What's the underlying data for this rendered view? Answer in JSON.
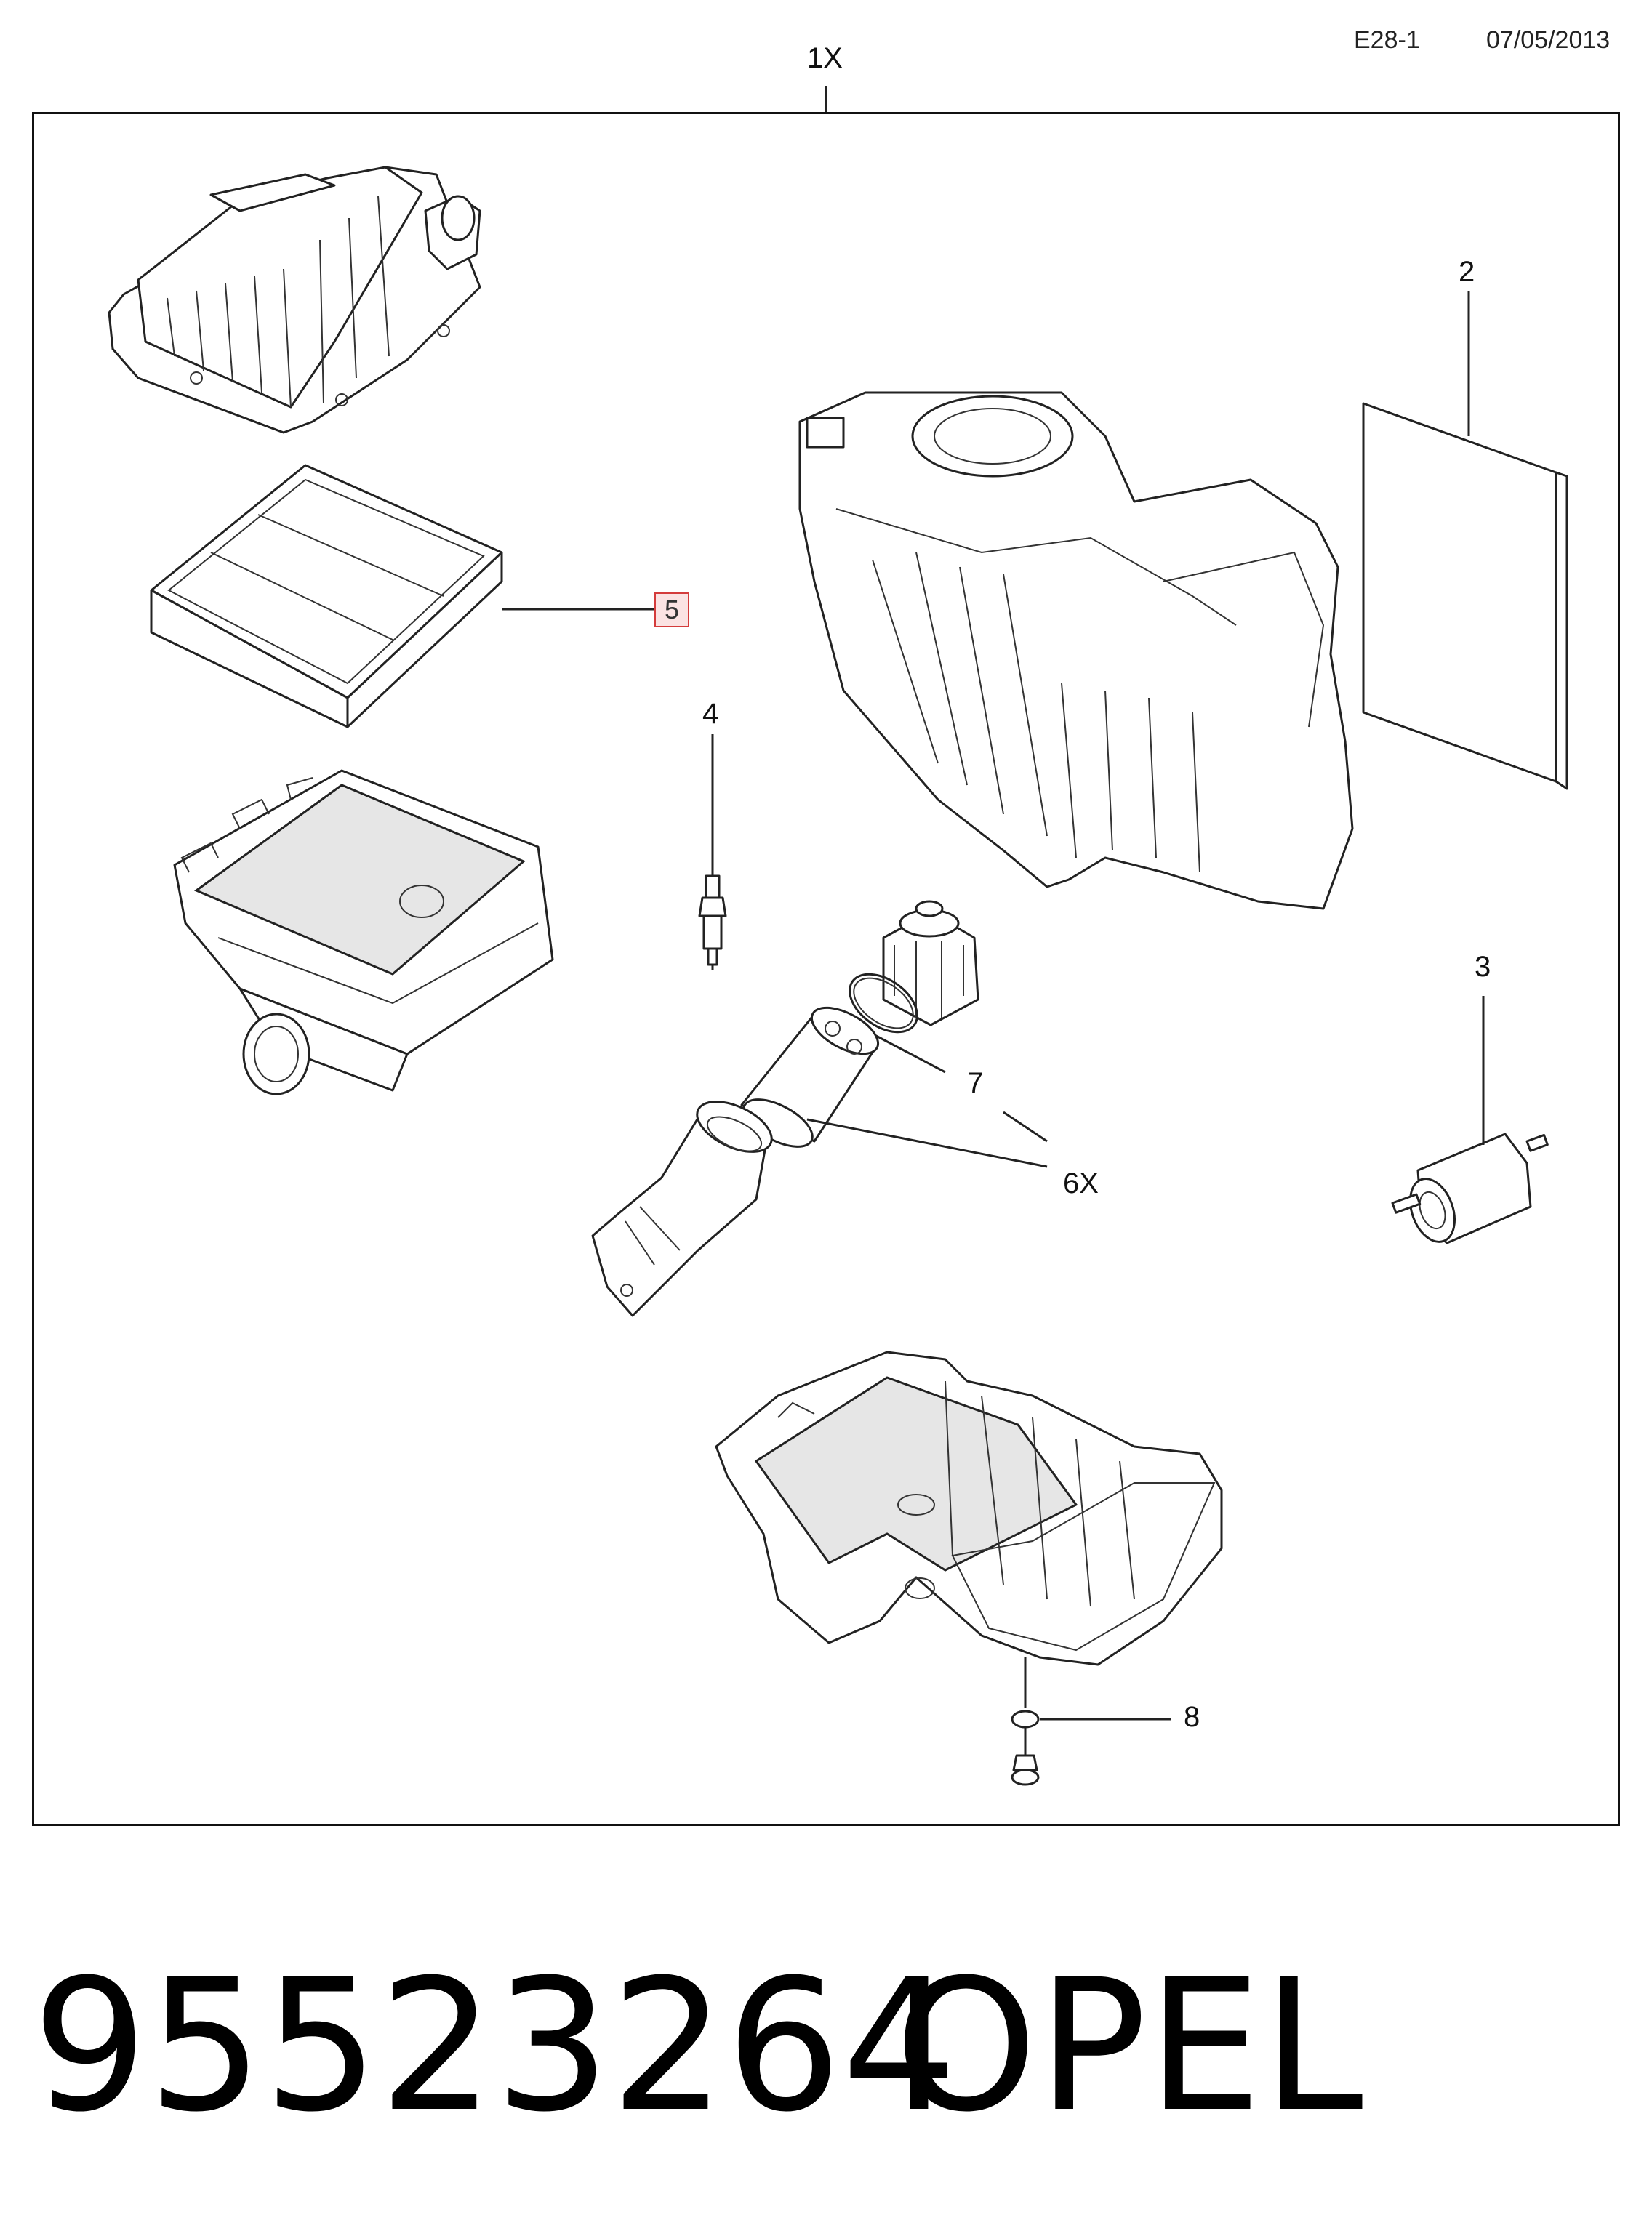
{
  "header": {
    "code": "E28-1",
    "date": "07/05/2013"
  },
  "callouts": {
    "assembly": "1X",
    "cabin_filter": "2",
    "fuel_filter": "3",
    "spark_plug": "4",
    "air_filter": "5",
    "oil_filter": "6X",
    "oil_filter_oring": "7",
    "drain_plug_washer": "8"
  },
  "footer": {
    "part_number": "95523264",
    "brand": "OPEL"
  },
  "colors": {
    "highlight_border": "#d43c3c",
    "highlight_fill": "#fbe3e3",
    "line": "#222222"
  }
}
